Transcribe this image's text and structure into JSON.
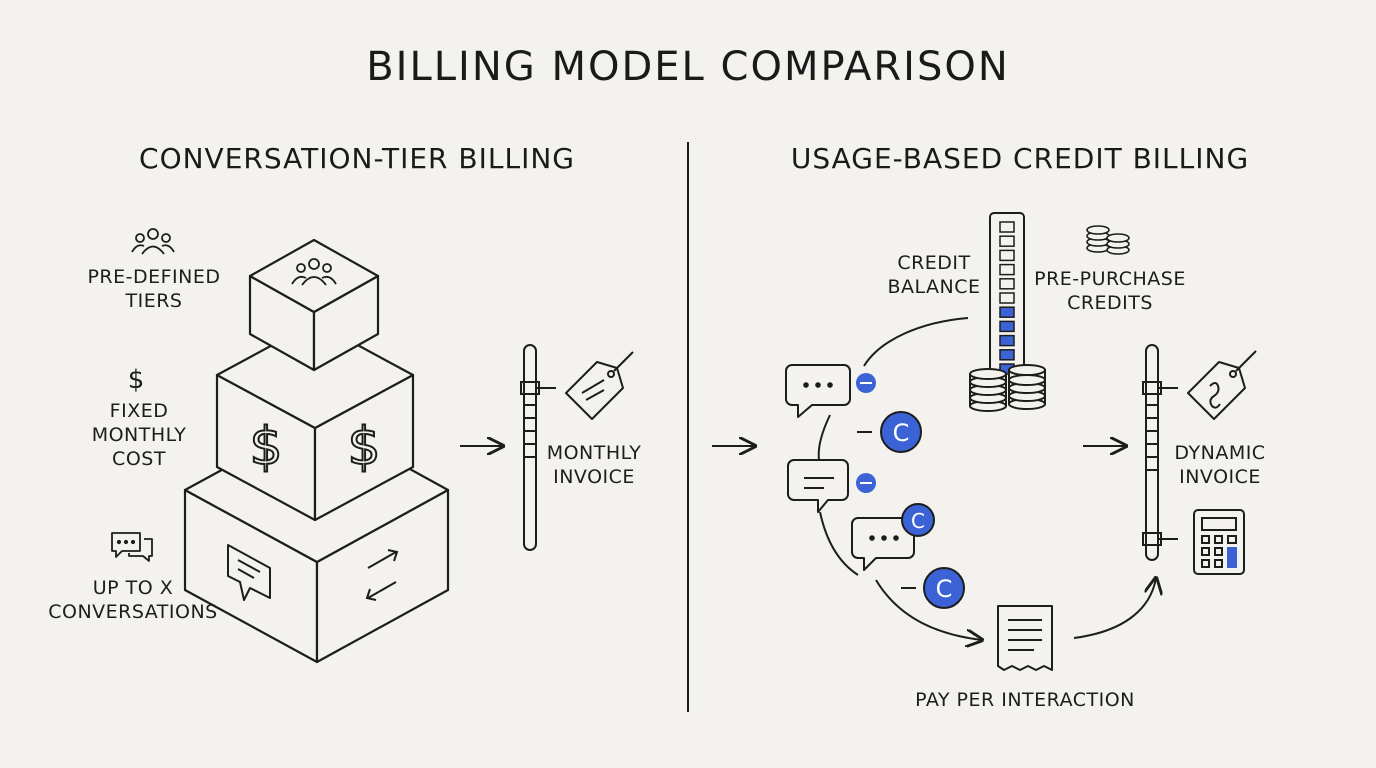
{
  "title": "BILLING MODEL COMPARISON",
  "left": {
    "heading": "CONVERSATION-TIER BILLING",
    "labels": {
      "tiers": "PRE-DEFINED\nTIERS",
      "fixed_cost": "FIXED\nMONTHLY\nCOST",
      "conversations": "UP TO X\nCONVERSATIONS",
      "invoice": "MONTHLY\nINVOICE"
    },
    "dollar_symbol": "$",
    "icons": [
      "people-icon",
      "dollar-icon",
      "chat-icon",
      "chat-bubble-icon",
      "exchange-icon",
      "invoice-tag-icon"
    ]
  },
  "right": {
    "heading": "USAGE-BASED CREDIT BILLING",
    "labels": {
      "credit_balance": "CREDIT\nBALANCE",
      "pre_purchase": "PRE-PURCHASE\nCREDITS",
      "invoice": "DYNAMIC\nINVOICE",
      "pay_per": "PAY PER INTERACTION"
    },
    "credit_meter": {
      "cells_total": 11,
      "cells_filled": 5
    },
    "credit_symbol": "C",
    "minus_symbol": "−",
    "icons": [
      "coin-stack-icon",
      "credit-meter-icon",
      "coins-icon",
      "chat-bubble-icon",
      "credit-coin-icon",
      "receipt-icon",
      "invoice-tag-icon",
      "calculator-icon"
    ]
  },
  "colors": {
    "accent": "#3b63d6",
    "ink": "#1d1d1d",
    "background": "#f3f2ee"
  }
}
